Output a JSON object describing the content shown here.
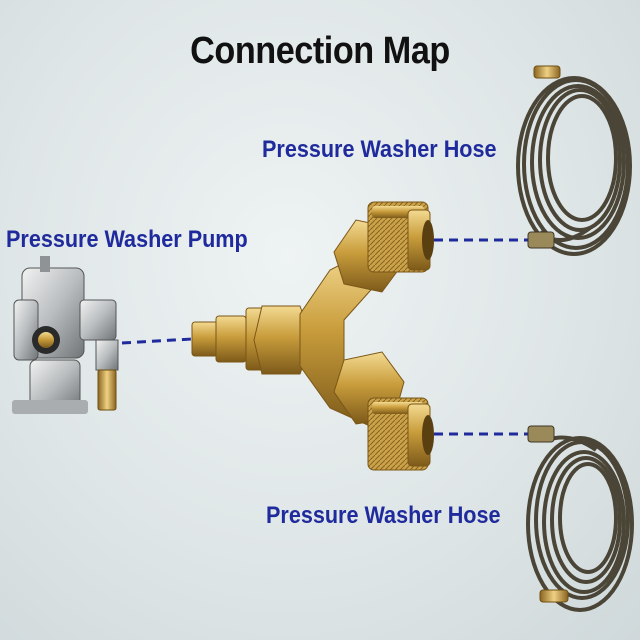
{
  "diagram": {
    "title": "Connection Map",
    "labels": {
      "hose_top": "Pressure Washer Hose",
      "pump": "Pressure Washer Pump",
      "hose_bottom": "Pressure Washer Hose"
    }
  },
  "colors": {
    "label_text": "#1f2a9c",
    "title_text": "#111111",
    "dash_line": "#1f2a9c",
    "brass": "#c9a24a",
    "hose": "#4a4536"
  }
}
